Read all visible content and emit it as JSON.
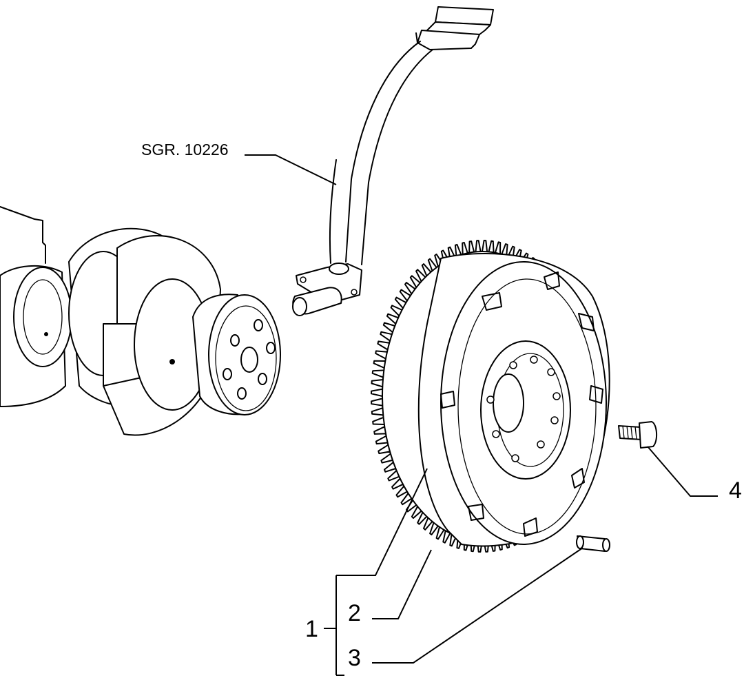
{
  "reference_label": "SGR. 10226",
  "callouts": [
    {
      "number": "1"
    },
    {
      "number": "2"
    },
    {
      "number": "3"
    },
    {
      "number": "4"
    }
  ]
}
